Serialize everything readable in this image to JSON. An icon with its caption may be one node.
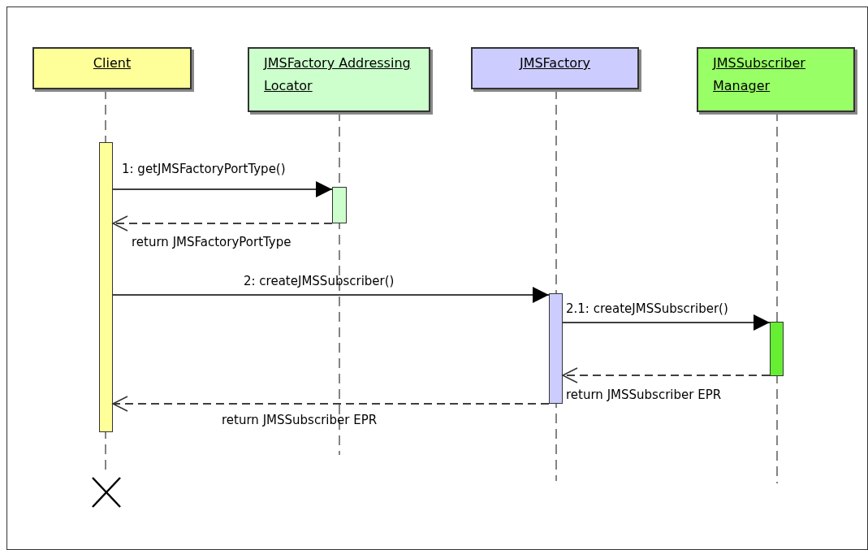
{
  "diagram": {
    "nodes": [
      {
        "text": [
          "Client"
        ]
      },
      {
        "text": [
          "JMSFactory Addressing Locator"
        ]
      },
      {
        "text": [
          "JMSFactory"
        ]
      },
      {
        "text": [
          "JMSSubscriber Manager"
        ]
      },
      {
        "text": [],
        "shape": "bar"
      },
      {
        "text": [],
        "shape": "bar"
      },
      {
        "text": [],
        "shape": "bar"
      },
      {
        "text": [],
        "shape": "bar"
      }
    ],
    "edges": [
      {
        "from": 4,
        "to": 5,
        "arrow": "to",
        "label": "1: getJMSFactoryPortType()"
      },
      {
        "from": 5,
        "to": 4,
        "arrow": "to",
        "label": "return JMSFactoryPortType",
        "style": "dashed"
      },
      {
        "from": 4,
        "to": 6,
        "arrow": "to",
        "label": "2: createJMSSubscriber()"
      },
      {
        "from": 6,
        "to": 7,
        "arrow": "to",
        "label": "2.1: createJMSSubscriber()"
      },
      {
        "from": 7,
        "to": 6,
        "arrow": "to",
        "label": "return JMSSubscriber EPR",
        "style": "dashed"
      },
      {
        "from": 6,
        "to": 4,
        "arrow": "to",
        "label": "return JMSSubscriber EPR",
        "style": "dashed"
      }
    ]
  }
}
